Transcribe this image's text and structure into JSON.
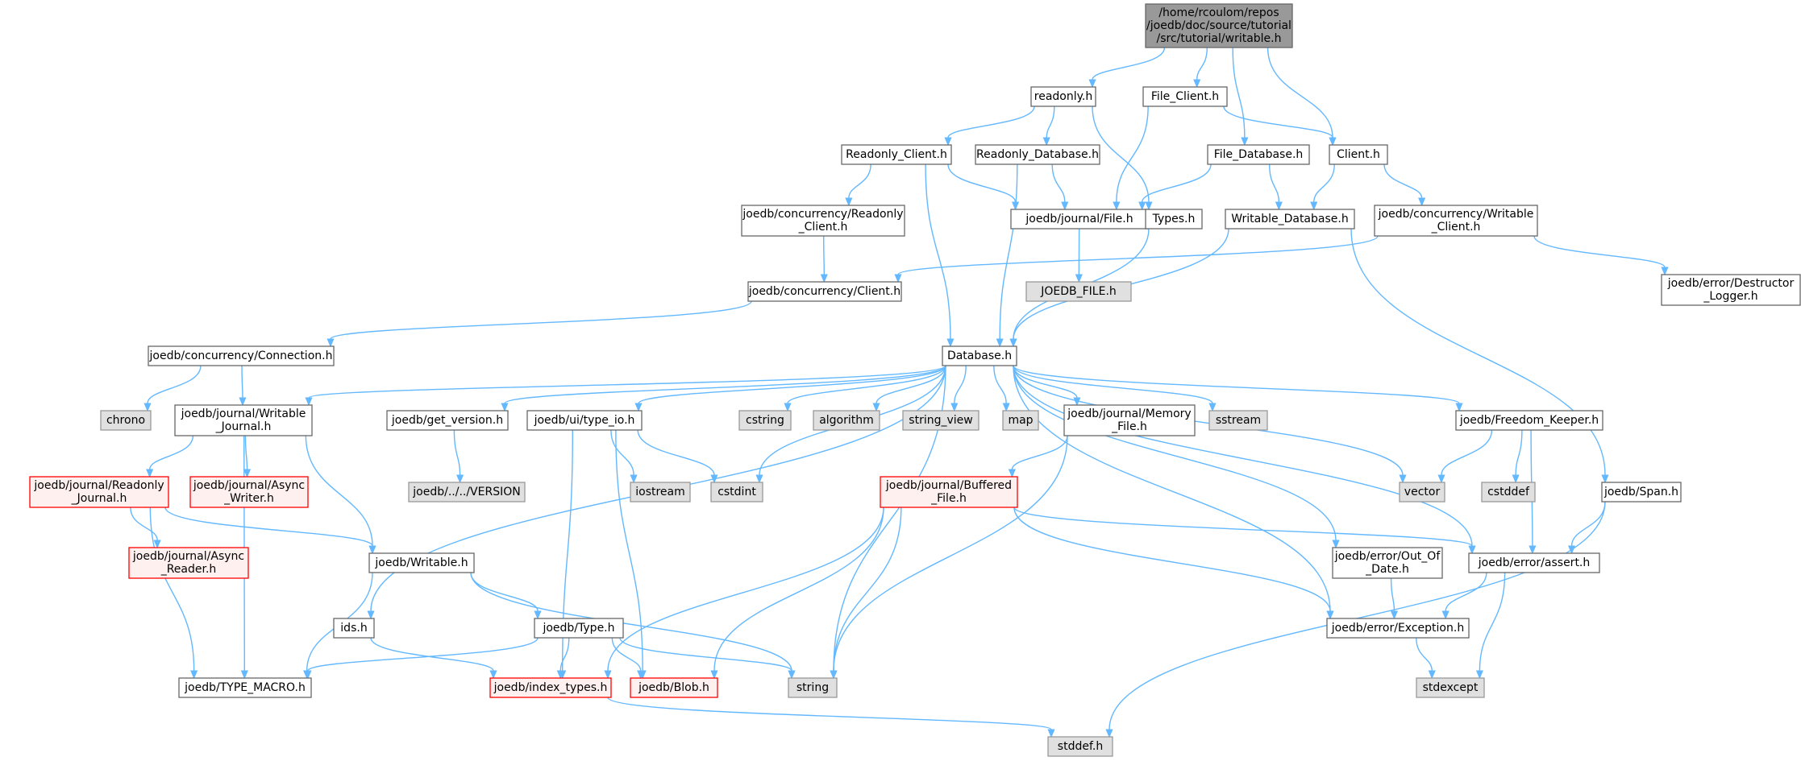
{
  "diagram": {
    "colors": {
      "edge": "#63b8ff",
      "root_fill": "#999999",
      "root_stroke": "#666666",
      "header_fill": "#ffffff",
      "header_stroke": "#666666",
      "system_fill": "#e0e0e0",
      "system_stroke": "#999999",
      "missing_fill": "#fff0f0",
      "missing_stroke": "#ff0000",
      "text": "#000000"
    },
    "nodes": [
      {
        "id": "root",
        "kind": "root",
        "lines": [
          "/home/rcoulom/repos",
          "/joedb/doc/source/tutorial",
          "/src/tutorial/writable.h"
        ]
      },
      {
        "id": "readonly",
        "kind": "header",
        "lines": [
          "readonly.h"
        ]
      },
      {
        "id": "file_client",
        "kind": "header",
        "lines": [
          "File_Client.h"
        ]
      },
      {
        "id": "readonly_client",
        "kind": "header",
        "lines": [
          "Readonly_Client.h"
        ]
      },
      {
        "id": "readonly_database",
        "kind": "header",
        "lines": [
          "Readonly_Database.h"
        ]
      },
      {
        "id": "file_database",
        "kind": "header",
        "lines": [
          "File_Database.h"
        ]
      },
      {
        "id": "client",
        "kind": "header",
        "lines": [
          "Client.h"
        ]
      },
      {
        "id": "conc_readonly_client",
        "kind": "header",
        "lines": [
          "joedb/concurrency/Readonly",
          "_Client.h"
        ]
      },
      {
        "id": "journal_file",
        "kind": "header",
        "lines": [
          "joedb/journal/File.h"
        ]
      },
      {
        "id": "types",
        "kind": "header",
        "lines": [
          "Types.h"
        ]
      },
      {
        "id": "writable_database",
        "kind": "header",
        "lines": [
          "Writable_Database.h"
        ]
      },
      {
        "id": "conc_writable_client",
        "kind": "header",
        "lines": [
          "joedb/concurrency/Writable",
          "_Client.h"
        ]
      },
      {
        "id": "conc_client",
        "kind": "header",
        "lines": [
          "joedb/concurrency/Client.h"
        ]
      },
      {
        "id": "joedb_file_h",
        "kind": "system",
        "lines": [
          "JOEDB_FILE.h"
        ]
      },
      {
        "id": "destructor_logger",
        "kind": "header",
        "lines": [
          "joedb/error/Destructor",
          "_Logger.h"
        ]
      },
      {
        "id": "connection",
        "kind": "header",
        "lines": [
          "joedb/concurrency/Connection.h"
        ]
      },
      {
        "id": "database",
        "kind": "header",
        "lines": [
          "Database.h"
        ]
      },
      {
        "id": "chrono",
        "kind": "system",
        "lines": [
          "chrono"
        ]
      },
      {
        "id": "writable_journal",
        "kind": "header",
        "lines": [
          "joedb/journal/Writable",
          "_Journal.h"
        ]
      },
      {
        "id": "get_version",
        "kind": "header",
        "lines": [
          "joedb/get_version.h"
        ]
      },
      {
        "id": "type_io",
        "kind": "header",
        "lines": [
          "joedb/ui/type_io.h"
        ]
      },
      {
        "id": "cstring",
        "kind": "system",
        "lines": [
          "cstring"
        ]
      },
      {
        "id": "algorithm",
        "kind": "system",
        "lines": [
          "algorithm"
        ]
      },
      {
        "id": "string_view",
        "kind": "system",
        "lines": [
          "string_view"
        ]
      },
      {
        "id": "map",
        "kind": "system",
        "lines": [
          "map"
        ]
      },
      {
        "id": "memory_file",
        "kind": "header",
        "lines": [
          "joedb/journal/Memory",
          "_File.h"
        ]
      },
      {
        "id": "sstream",
        "kind": "system",
        "lines": [
          "sstream"
        ]
      },
      {
        "id": "freedom_keeper",
        "kind": "header",
        "lines": [
          "joedb/Freedom_Keeper.h"
        ]
      },
      {
        "id": "readonly_journal",
        "kind": "missing",
        "lines": [
          "joedb/journal/Readonly",
          "_Journal.h"
        ]
      },
      {
        "id": "async_writer",
        "kind": "missing",
        "lines": [
          "joedb/journal/Async",
          "_Writer.h"
        ]
      },
      {
        "id": "version_file",
        "kind": "system",
        "lines": [
          "joedb/../../VERSION"
        ]
      },
      {
        "id": "iostream",
        "kind": "system",
        "lines": [
          "iostream"
        ]
      },
      {
        "id": "cstdint",
        "kind": "system",
        "lines": [
          "cstdint"
        ]
      },
      {
        "id": "buffered_file",
        "kind": "missing",
        "lines": [
          "joedb/journal/Buffered",
          "_File.h"
        ]
      },
      {
        "id": "vector",
        "kind": "system",
        "lines": [
          "vector"
        ]
      },
      {
        "id": "cstddef",
        "kind": "system",
        "lines": [
          "cstddef"
        ]
      },
      {
        "id": "span",
        "kind": "header",
        "lines": [
          "joedb/Span.h"
        ]
      },
      {
        "id": "async_reader",
        "kind": "missing",
        "lines": [
          "joedb/journal/Async",
          "_Reader.h"
        ]
      },
      {
        "id": "writable",
        "kind": "header",
        "lines": [
          "joedb/Writable.h"
        ]
      },
      {
        "id": "out_of_date",
        "kind": "header",
        "lines": [
          "joedb/error/Out_Of",
          "_Date.h"
        ]
      },
      {
        "id": "assert",
        "kind": "header",
        "lines": [
          "joedb/error/assert.h"
        ]
      },
      {
        "id": "ids",
        "kind": "header",
        "lines": [
          "ids.h"
        ]
      },
      {
        "id": "type",
        "kind": "header",
        "lines": [
          "joedb/Type.h"
        ]
      },
      {
        "id": "exception",
        "kind": "header",
        "lines": [
          "joedb/error/Exception.h"
        ]
      },
      {
        "id": "type_macro",
        "kind": "header",
        "lines": [
          "joedb/TYPE_MACRO.h"
        ]
      },
      {
        "id": "index_types",
        "kind": "missing",
        "lines": [
          "joedb/index_types.h"
        ]
      },
      {
        "id": "blob",
        "kind": "missing",
        "lines": [
          "joedb/Blob.h"
        ]
      },
      {
        "id": "string",
        "kind": "system",
        "lines": [
          "string"
        ]
      },
      {
        "id": "stdexcept",
        "kind": "system",
        "lines": [
          "stdexcept"
        ]
      },
      {
        "id": "stddef",
        "kind": "system",
        "lines": [
          "stddef.h"
        ]
      }
    ],
    "edges": [
      [
        "root",
        "readonly"
      ],
      [
        "root",
        "file_client"
      ],
      [
        "root",
        "file_database"
      ],
      [
        "root",
        "client"
      ],
      [
        "readonly",
        "readonly_client"
      ],
      [
        "readonly",
        "readonly_database"
      ],
      [
        "readonly",
        "types"
      ],
      [
        "file_client",
        "journal_file"
      ],
      [
        "file_client",
        "client"
      ],
      [
        "readonly_client",
        "conc_readonly_client"
      ],
      [
        "readonly_client",
        "journal_file"
      ],
      [
        "readonly_client",
        "database"
      ],
      [
        "readonly_database",
        "journal_file"
      ],
      [
        "readonly_database",
        "database"
      ],
      [
        "file_database",
        "journal_file"
      ],
      [
        "file_database",
        "writable_database"
      ],
      [
        "client",
        "writable_database"
      ],
      [
        "client",
        "conc_writable_client"
      ],
      [
        "conc_readonly_client",
        "conc_client"
      ],
      [
        "journal_file",
        "joedb_file_h"
      ],
      [
        "types",
        "database"
      ],
      [
        "writable_database",
        "database"
      ],
      [
        "writable_database",
        "span"
      ],
      [
        "conc_writable_client",
        "conc_client"
      ],
      [
        "conc_writable_client",
        "destructor_logger"
      ],
      [
        "conc_client",
        "connection"
      ],
      [
        "connection",
        "chrono"
      ],
      [
        "connection",
        "writable_journal"
      ],
      [
        "database",
        "writable_journal"
      ],
      [
        "database",
        "get_version"
      ],
      [
        "database",
        "type_io"
      ],
      [
        "database",
        "cstring"
      ],
      [
        "database",
        "algorithm"
      ],
      [
        "database",
        "string_view"
      ],
      [
        "database",
        "map"
      ],
      [
        "database",
        "memory_file"
      ],
      [
        "database",
        "sstream"
      ],
      [
        "database",
        "freedom_keeper"
      ],
      [
        "database",
        "vector"
      ],
      [
        "database",
        "cstdint"
      ],
      [
        "database",
        "string"
      ],
      [
        "database",
        "ids"
      ],
      [
        "database",
        "out_of_date"
      ],
      [
        "database",
        "assert"
      ],
      [
        "database",
        "exception"
      ],
      [
        "writable_journal",
        "readonly_journal"
      ],
      [
        "writable_journal",
        "async_writer"
      ],
      [
        "writable_journal",
        "writable"
      ],
      [
        "writable_journal",
        "type_macro"
      ],
      [
        "get_version",
        "version_file"
      ],
      [
        "type_io",
        "iostream"
      ],
      [
        "type_io",
        "cstdint"
      ],
      [
        "type_io",
        "index_types"
      ],
      [
        "type_io",
        "blob"
      ],
      [
        "memory_file",
        "buffered_file"
      ],
      [
        "memory_file",
        "string"
      ],
      [
        "freedom_keeper",
        "vector"
      ],
      [
        "freedom_keeper",
        "cstddef"
      ],
      [
        "freedom_keeper",
        "assert"
      ],
      [
        "readonly_journal",
        "async_reader"
      ],
      [
        "readonly_journal",
        "writable"
      ],
      [
        "readonly_journal",
        "type_macro"
      ],
      [
        "buffered_file",
        "assert"
      ],
      [
        "buffered_file",
        "exception"
      ],
      [
        "buffered_file",
        "index_types"
      ],
      [
        "buffered_file",
        "blob"
      ],
      [
        "buffered_file",
        "string"
      ],
      [
        "span",
        "assert"
      ],
      [
        "span",
        "stddef"
      ],
      [
        "writable",
        "type"
      ],
      [
        "writable",
        "string"
      ],
      [
        "writable",
        "type_macro"
      ],
      [
        "out_of_date",
        "exception"
      ],
      [
        "assert",
        "exception"
      ],
      [
        "assert",
        "stdexcept"
      ],
      [
        "ids",
        "index_types"
      ],
      [
        "type",
        "type_macro"
      ],
      [
        "type",
        "index_types"
      ],
      [
        "type",
        "blob"
      ],
      [
        "type",
        "string"
      ],
      [
        "exception",
        "stdexcept"
      ],
      [
        "index_types",
        "stddef"
      ]
    ]
  }
}
